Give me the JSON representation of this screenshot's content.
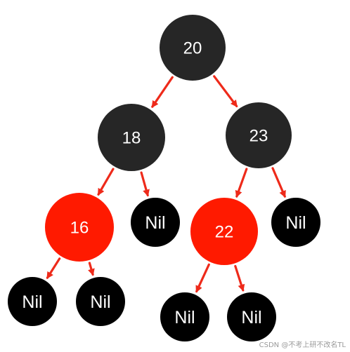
{
  "tree": {
    "nodes": [
      {
        "id": "n20",
        "label": "20",
        "color": "black"
      },
      {
        "id": "n18",
        "label": "18",
        "color": "black"
      },
      {
        "id": "n23",
        "label": "23",
        "color": "black"
      },
      {
        "id": "n16",
        "label": "16",
        "color": "red"
      },
      {
        "id": "nil18r",
        "label": "Nil",
        "color": "nil"
      },
      {
        "id": "n22",
        "label": "22",
        "color": "red"
      },
      {
        "id": "nil23r",
        "label": "Nil",
        "color": "nil"
      },
      {
        "id": "nil16l",
        "label": "Nil",
        "color": "nil"
      },
      {
        "id": "nil16r",
        "label": "Nil",
        "color": "nil"
      },
      {
        "id": "nil22l",
        "label": "Nil",
        "color": "nil"
      },
      {
        "id": "nil22r",
        "label": "Nil",
        "color": "nil"
      }
    ],
    "edges": [
      {
        "from": "n20",
        "to": "n18"
      },
      {
        "from": "n20",
        "to": "n23"
      },
      {
        "from": "n18",
        "to": "n16"
      },
      {
        "from": "n18",
        "to": "nil18r"
      },
      {
        "from": "n23",
        "to": "n22"
      },
      {
        "from": "n23",
        "to": "nil23r"
      },
      {
        "from": "n16",
        "to": "nil16l"
      },
      {
        "from": "n16",
        "to": "nil16r"
      },
      {
        "from": "n22",
        "to": "nil22l"
      },
      {
        "from": "n22",
        "to": "nil22r"
      }
    ]
  },
  "colors": {
    "black_node": "#262626",
    "red_node": "#ff1a00",
    "nil_node": "#000000",
    "edge": "#ee2a1a",
    "node_text": "#ffffff"
  },
  "watermark": "CSDN @不考上研不改名TL"
}
